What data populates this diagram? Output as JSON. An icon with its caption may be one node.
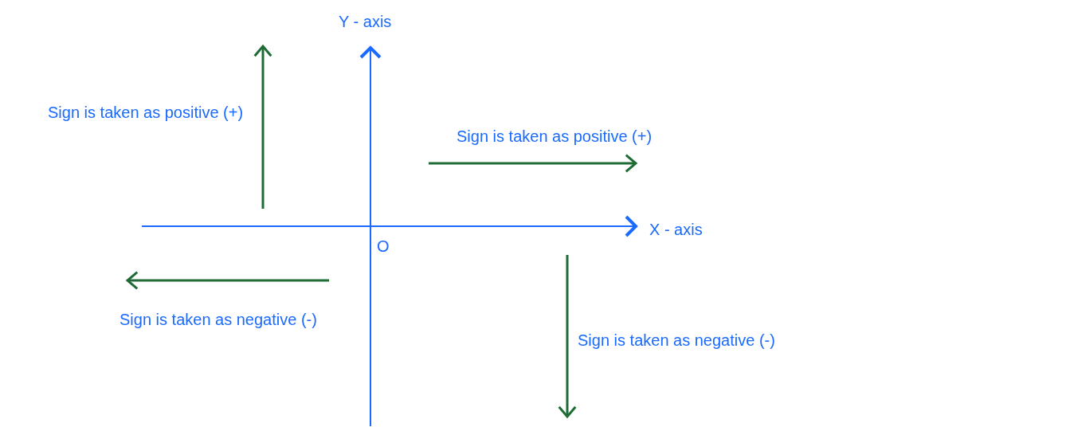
{
  "diagram": {
    "labels": [
      "Y - axis",
      "Sign is taken as positive (+)",
      "Sign is taken as positive (+)",
      "X - axis",
      "O",
      "Sign is taken as negative (-)",
      "Sign is taken as negative (-)"
    ]
  }
}
